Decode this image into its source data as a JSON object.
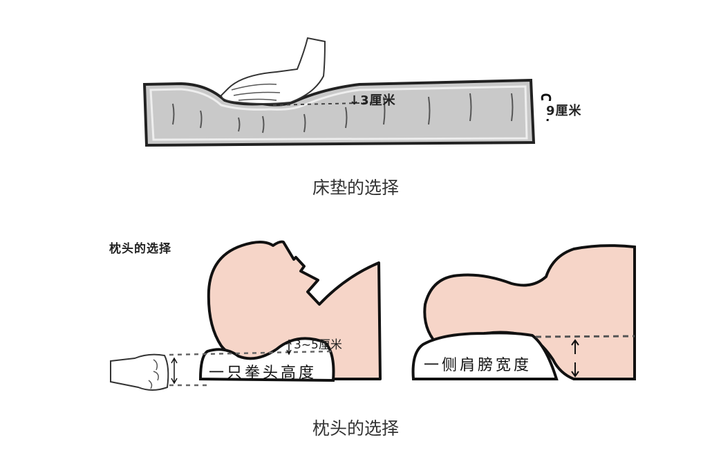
{
  "mattress": {
    "depression_label": "↓3厘米",
    "thickness_label": "9厘米",
    "caption": "床垫的选择"
  },
  "pillow": {
    "corner_title": "枕头的选择",
    "back_gap_label": "3~5厘米",
    "back_pillow_label": "一只拳头高度",
    "side_pillow_label": "一侧肩膀宽度",
    "caption": "枕头的选择"
  },
  "colors": {
    "skin": "#f6d5c8",
    "mattress": "#c9c9c9",
    "outline": "#111111"
  }
}
